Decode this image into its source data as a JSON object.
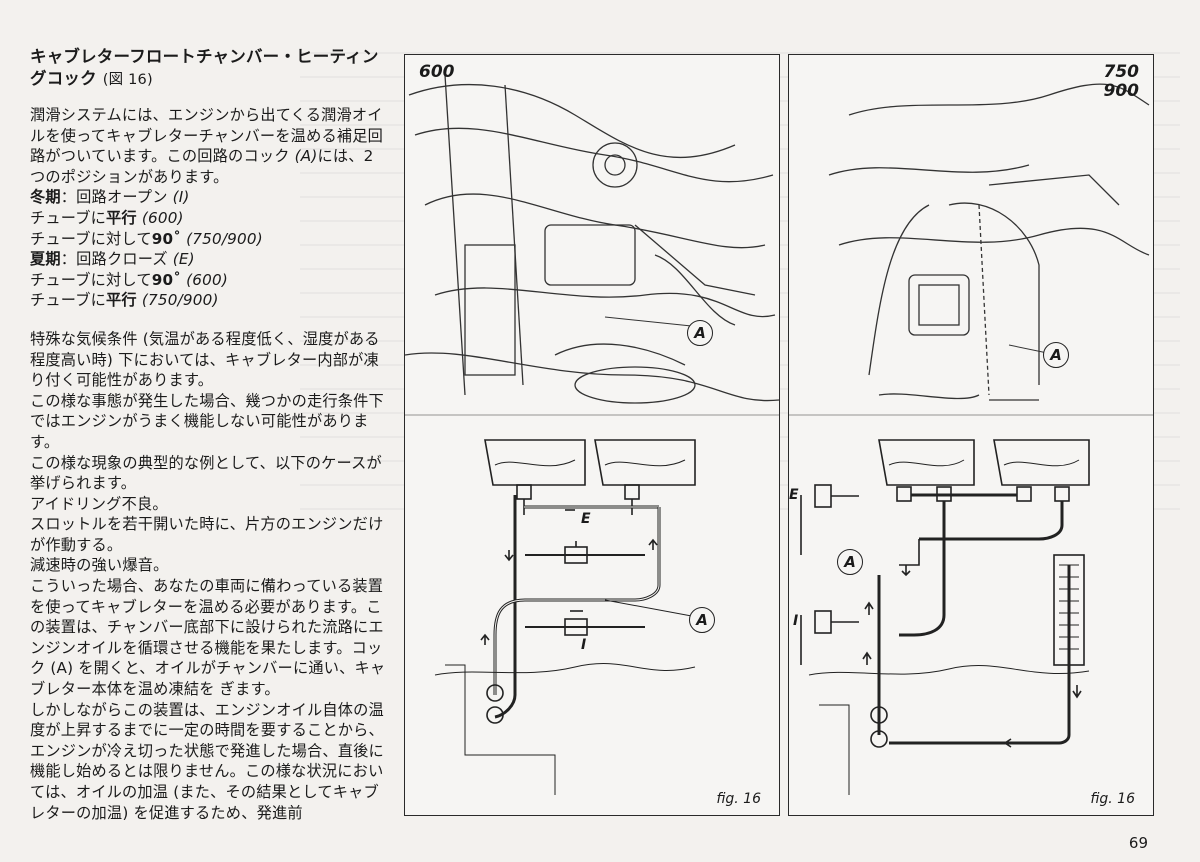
{
  "heading": {
    "title": "キャブレターフロートチャンバー・ヒーティングコック",
    "ref": "(図 16)"
  },
  "body": {
    "p1": "潤滑システムには、エンジンから出てくる潤滑オイルを使ってキャブレターチャンバーを温める補足回路がついています。この回路のコック",
    "p1_a": "(A)",
    "p1_rest": "には、2つのポジションがあります。",
    "winter_label": "冬期",
    "winter_text": "：回路オープン",
    "winter_code": "(I)",
    "tube_parallel_1a": "チューブに",
    "parallel_word": "平行",
    "code_600": "(600)",
    "tube_cross_a": "チューブに対して",
    "deg90": "90˚",
    "code_750_900": "(750/900)",
    "summer_label": "夏期",
    "summer_text": "：回路クローズ",
    "summer_code": "(E)",
    "p2": "特殊な気候条件 (気温がある程度低く、湿度がある程度高い時) 下においては、キャブレター内部が凍り付く可能性があります。",
    "p3": "この様な事態が発生した場合、幾つかの走行条件下ではエンジンがうまく機能しない可能性があります。",
    "p4": "この様な現象の典型的な例として、以下のケースが挙げられます。",
    "p5": "アイドリング不良。",
    "p6": "スロットルを若干開いた時に、片方のエンジンだけが作動する。",
    "p7": "減速時の強い爆音。",
    "p8": "こういった場合、あなたの車両に備わっている装置を使ってキャブレターを温める必要があります。この装置は、チャンバー底部下に設けられた流路にエンジンオイルを循環させる機能を果たします。コック (A) を開くと、オイルがチャンバーに通い、キャブレター本体を温め凍結を ぎます。",
    "p9": "しかしながらこの装置は、エンジンオイル自体の温度が上昇するまでに一定の時間を要することから、エンジンが冷え切った状態で発進した場合、直後に機能し始めるとは限りません。この様な状況においては、オイルの加温 (また、その結果としてキャブレターの加温) を促進するため、発進前"
  },
  "figure_left": {
    "model": "600",
    "caption": "fig. 16",
    "callout_a": "A",
    "label_e": "E",
    "label_i": "I"
  },
  "figure_right": {
    "model_1": "750",
    "model_2": "900",
    "caption": "fig. 16",
    "callout_a": "A",
    "label_e": "E",
    "label_i": "I"
  },
  "page_number": "69"
}
